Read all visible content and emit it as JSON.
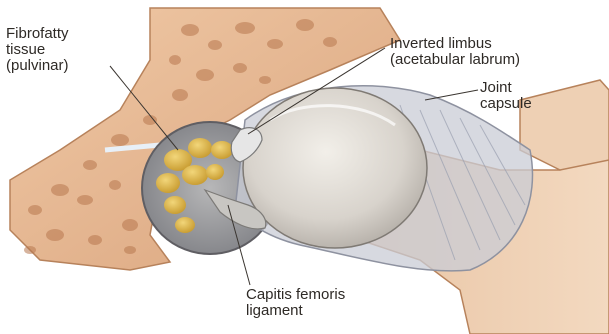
{
  "labels": {
    "fibrofatty": [
      "Fibrofatty",
      "tissue",
      "(pulvinar)"
    ],
    "inverted_limbus": [
      "Inverted limbus",
      "(acetabular labrum)"
    ],
    "joint_capsule": [
      "Joint",
      "capsule"
    ],
    "capitis_femoris": [
      "Capitis femoris",
      "ligament"
    ]
  }
}
